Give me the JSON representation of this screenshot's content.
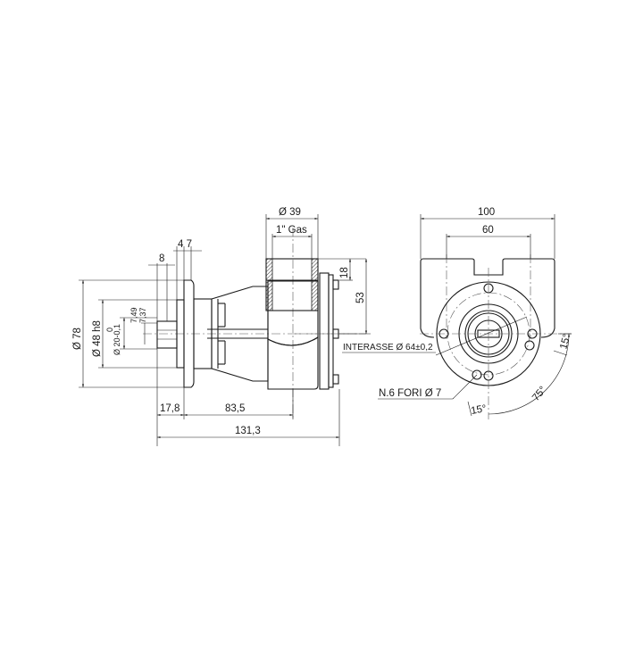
{
  "drawing": {
    "type": "technical drawing",
    "subject": "pump side and front view with dimensions",
    "colors": {
      "line": "#1a1a1a",
      "background": "#ffffff"
    }
  },
  "side_view": {
    "dims": {
      "d39": "Ø 39",
      "gas": "1\" Gas",
      "d47": "4 7",
      "d8": "8",
      "d18": "18",
      "d53": "53",
      "d78": "Ø 78",
      "d48": "Ø 48 h8",
      "d20": "Ø 20-0,1",
      "d20_upper": "0",
      "d749": "7,49",
      "d737": "7,37",
      "d178": "17,8",
      "d835": "83,5",
      "d1313": "131,3"
    }
  },
  "front_view": {
    "dims": {
      "d100": "100",
      "d60": "60",
      "interasse": "INTERASSE Ø 64±0,2",
      "fori": "N.6 FORI Ø 7",
      "a15_right": "15°",
      "a75": "75°",
      "a15_bottom": "15°"
    }
  }
}
